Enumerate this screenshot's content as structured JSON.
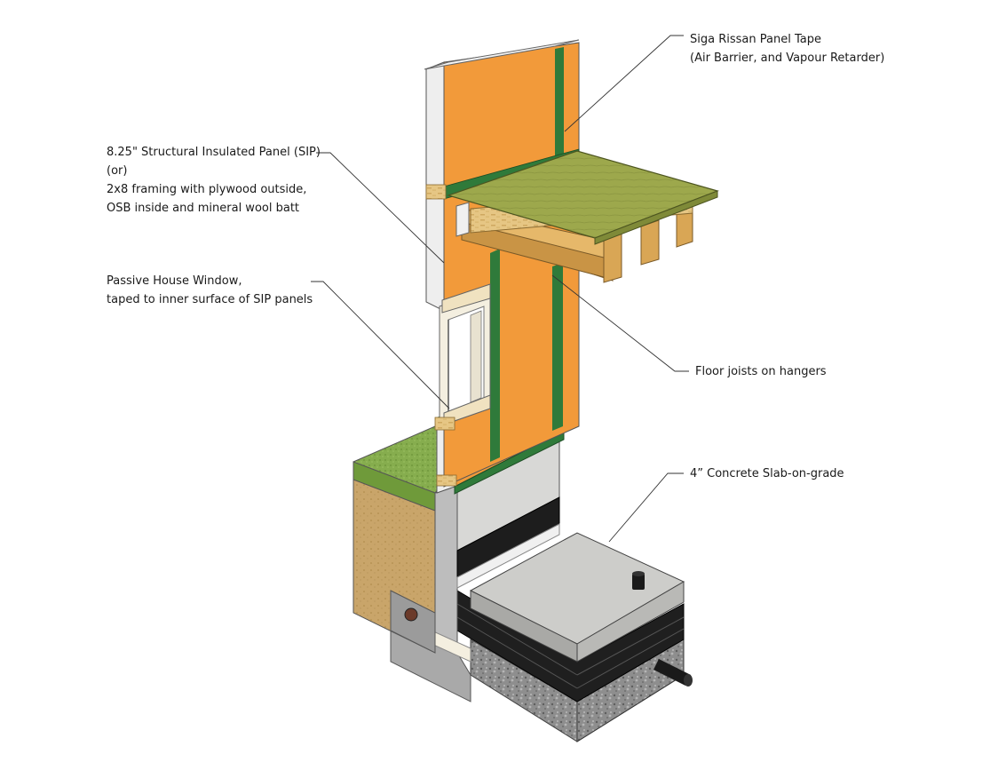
{
  "labels": {
    "tape": {
      "line1": "Siga Rissan Panel Tape",
      "line2": "(Air Barrier, and Vapour Retarder)"
    },
    "sip": {
      "line1": "8.25\" Structural Insulated Panel (SIP)",
      "line2": "(or)",
      "line3": "2x8 framing with plywood outside,",
      "line4": "OSB inside and mineral wool batt"
    },
    "window": {
      "line1": "Passive House Window,",
      "line2": "taped to inner surface of SIP panels"
    },
    "joists": "Floor joists on hangers",
    "slab": "4” Concrete Slab-on-grade"
  },
  "colors": {
    "sip_orange": "#f29a3a",
    "tape_green": "#2f7a3a",
    "plywood": "#9aa64a",
    "osb": "#e8c98a",
    "concrete": "#c9c9c6",
    "membrane": "#1e1e1e",
    "gravel": "#8c8c8c",
    "grass": "#7fa84a",
    "soil": "#c8a46a"
  }
}
